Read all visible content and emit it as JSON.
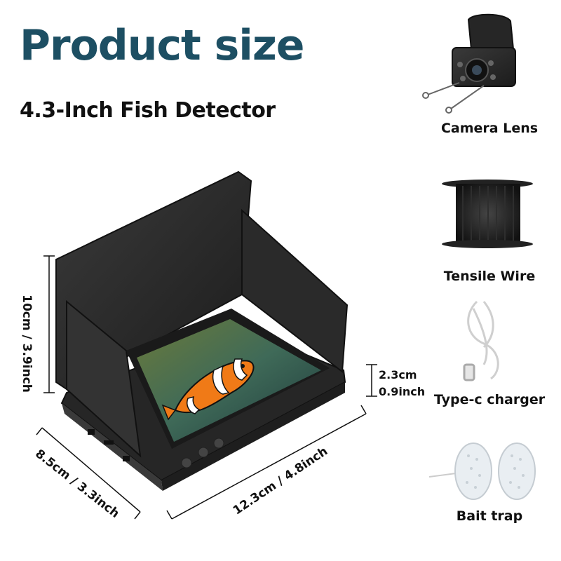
{
  "header": {
    "title": "Product size",
    "subtitle": "4.3-Inch Fish Detector"
  },
  "dimensions": {
    "height": "10cm / 3.9inch",
    "depth": "8.5cm / 3.3inch",
    "width": "12.3cm / 4.8inch",
    "screen_line1": "2.3cm",
    "screen_line2": "0.9inch"
  },
  "accessories": [
    {
      "label": "Camera Lens",
      "icon": "camera-lens-icon"
    },
    {
      "label": "Tensile Wire",
      "icon": "wire-spool-icon"
    },
    {
      "label": "Type-c charger",
      "icon": "usb-c-cable-icon"
    },
    {
      "label": "Bait trap",
      "icon": "bait-trap-icon"
    }
  ],
  "colors": {
    "title": "#1d4f63",
    "device_body": "#2c2c2c",
    "screen_water": "#3f6a58",
    "fish": "#f07a17"
  }
}
